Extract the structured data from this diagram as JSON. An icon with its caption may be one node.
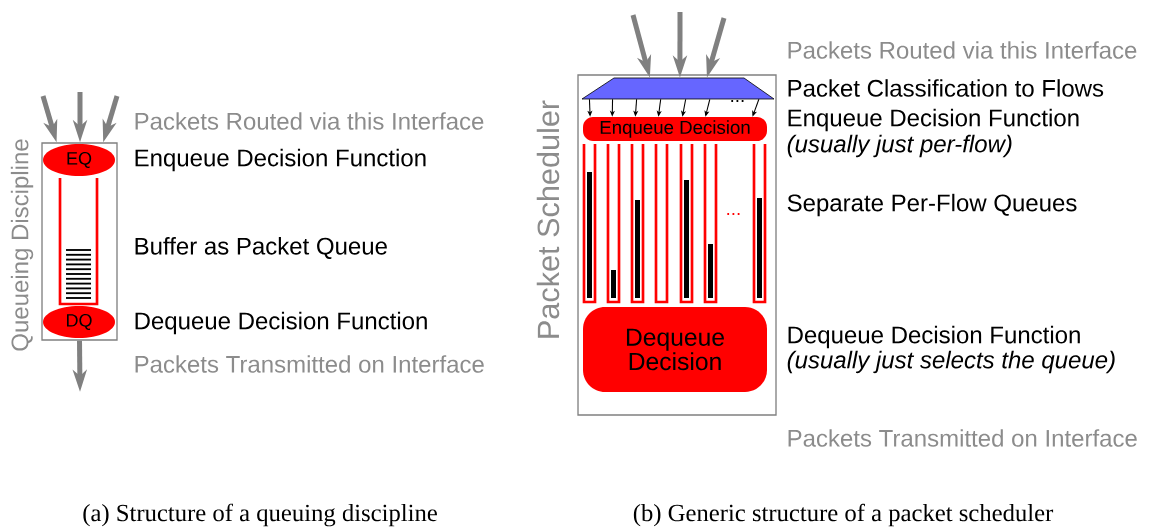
{
  "diagram": {
    "nodes": [
      {
        "text": [
          "Queueing Discipline"
        ]
      },
      {
        "text": [
          "EQ"
        ],
        "in": 0
      },
      {
        "text": [],
        "shape": "box",
        "in": 0
      },
      {
        "text": [
          "DQ"
        ],
        "in": 0
      },
      {
        "text": [
          "Packet Scheduler"
        ]
      },
      {
        "text": [],
        "shape": "trapezium",
        "in": 4
      },
      {
        "text": [
          "Enqueue Decision"
        ],
        "in": 4
      },
      {
        "text": [],
        "shape": "box",
        "in": 4
      },
      {
        "text": [],
        "shape": "box",
        "in": 4
      },
      {
        "text": [],
        "shape": "box",
        "in": 4
      },
      {
        "text": [],
        "shape": "box",
        "in": 4
      },
      {
        "text": [],
        "shape": "box",
        "in": 4
      },
      {
        "text": [],
        "shape": "box",
        "in": 4
      },
      {
        "text": [],
        "shape": "box",
        "in": 4
      },
      {
        "text": [
          "Dequeue Decision"
        ],
        "in": 4
      }
    ],
    "edges": [
      {
        "from": null,
        "to": 0,
        "arrow": "to",
        "style": "thick",
        "color": "#808080"
      },
      {
        "from": null,
        "to": 0,
        "arrow": "to",
        "style": "thick",
        "color": "#808080"
      },
      {
        "from": null,
        "to": 0,
        "arrow": "to",
        "style": "thick",
        "color": "#808080"
      },
      {
        "from": 0,
        "to": null,
        "arrow": "to",
        "style": "thick",
        "color": "#808080"
      },
      {
        "from": null,
        "to": 5,
        "arrow": "to",
        "style": "thick",
        "color": "#808080"
      },
      {
        "from": null,
        "to": 5,
        "arrow": "to",
        "style": "thick",
        "color": "#808080"
      },
      {
        "from": null,
        "to": 5,
        "arrow": "to",
        "style": "thick",
        "color": "#808080"
      },
      {
        "from": 5,
        "to": 6,
        "arrow": "to",
        "color": "#000000"
      },
      {
        "from": 5,
        "to": 6,
        "arrow": "to",
        "color": "#000000"
      },
      {
        "from": 5,
        "to": 6,
        "arrow": "to",
        "color": "#000000"
      },
      {
        "from": 5,
        "to": 6,
        "arrow": "to",
        "color": "#000000"
      },
      {
        "from": 5,
        "to": 6,
        "arrow": "to",
        "color": "#000000"
      },
      {
        "from": 5,
        "to": 6,
        "arrow": "to",
        "color": "#000000"
      },
      {
        "from": 5,
        "to": 6,
        "arrow": "to",
        "color": "#000000"
      }
    ],
    "labels": [
      "Packets Routed via this Interface",
      "Enqueue Decision Function",
      "Buffer as Packet Queue",
      "Dequeue Decision Function",
      "Packets Transmitted on Interface",
      "Packets Routed via this Interface",
      "Packet Classification to Flows",
      "Enqueue Decision Function",
      "(usually just per-flow)",
      "...",
      "Separate Per-Flow Queues",
      "...",
      "Dequeue Decision Function",
      "(usually just selects the queue)",
      "Packets Transmitted on Interface",
      "(a) Structure of a queuing discipline",
      "(b) Generic structure of a packet scheduler"
    ]
  }
}
